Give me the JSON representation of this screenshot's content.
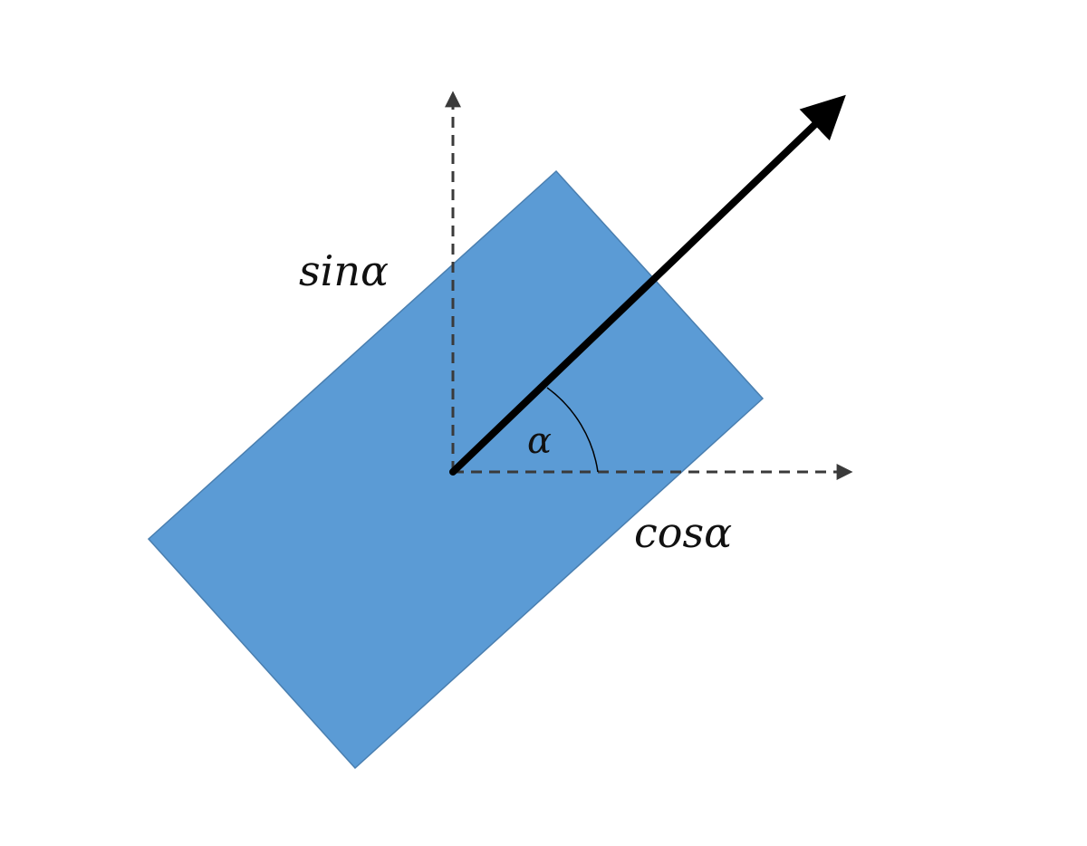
{
  "colors": {
    "background": "#ffffff",
    "rectangle_fill": "#5b9bd5",
    "rectangle_stroke": "#4a7fb0",
    "dashed_axis": "#3a3a3a",
    "vector": "#000000",
    "arc": "#000000",
    "text": "#111111"
  },
  "labels": {
    "sin": "sinα",
    "cos": "cosα",
    "angle": "α"
  }
}
